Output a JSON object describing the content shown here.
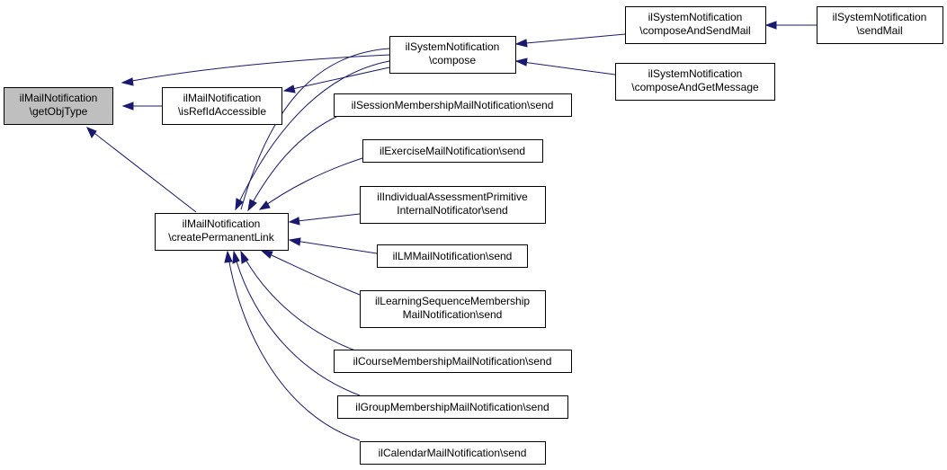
{
  "colors": {
    "edge": "#191970",
    "node_fill": "#ffffff",
    "root_fill": "#bfbfbf",
    "border": "#000000"
  },
  "nodes": [
    {
      "id": "getObjType",
      "lines": [
        "ilMailNotification",
        "\\getObjType"
      ],
      "root": true
    },
    {
      "id": "isRefIdAccessible",
      "lines": [
        "ilMailNotification",
        "\\isRefIdAccessible"
      ]
    },
    {
      "id": "createPermanentLink",
      "lines": [
        "ilMailNotification",
        "\\createPermanentLink"
      ]
    },
    {
      "id": "compose",
      "lines": [
        "ilSystemNotification",
        "\\compose"
      ]
    },
    {
      "id": "composeAndSendMail",
      "lines": [
        "ilSystemNotification",
        "\\composeAndSendMail"
      ]
    },
    {
      "id": "sendMail",
      "lines": [
        "ilSystemNotification",
        "\\sendMail"
      ]
    },
    {
      "id": "composeAndGetMessage",
      "lines": [
        "ilSystemNotification",
        "\\composeAndGetMessage"
      ]
    },
    {
      "id": "sessionSend",
      "lines": [
        "ilSessionMembershipMailNotification\\send"
      ]
    },
    {
      "id": "exerciseSend",
      "lines": [
        "ilExerciseMailNotification\\send"
      ]
    },
    {
      "id": "individualSend",
      "lines": [
        "ilIndividualAssessmentPrimitive",
        "InternalNotificator\\send"
      ]
    },
    {
      "id": "lmSend",
      "lines": [
        "ilLMMailNotification\\send"
      ]
    },
    {
      "id": "learningSeqSend",
      "lines": [
        "ilLearningSequenceMembership",
        "MailNotification\\send"
      ]
    },
    {
      "id": "courseSend",
      "lines": [
        "ilCourseMembershipMailNotification\\send"
      ]
    },
    {
      "id": "groupSend",
      "lines": [
        "ilGroupMembershipMailNotification\\send"
      ]
    },
    {
      "id": "calendarSend",
      "lines": [
        "ilCalendarMailNotification\\send"
      ]
    }
  ]
}
